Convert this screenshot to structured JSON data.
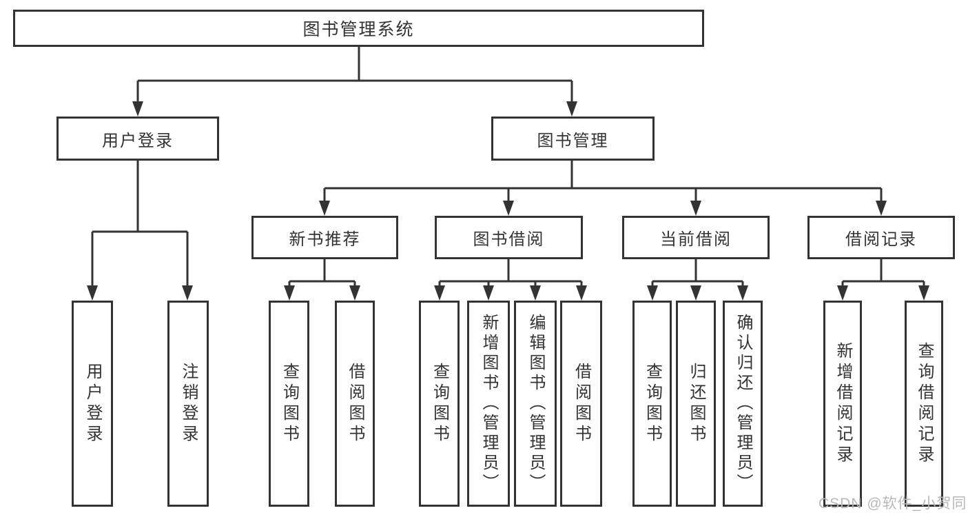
{
  "diagram": {
    "root": {
      "label": "图书管理系统"
    },
    "level2": [
      {
        "label": "用户登录"
      },
      {
        "label": "图书管理"
      }
    ],
    "level3": [
      {
        "label": "新书推荐"
      },
      {
        "label": "图书借阅"
      },
      {
        "label": "当前借阅"
      },
      {
        "label": "借阅记录"
      }
    ],
    "leaves": [
      {
        "label": "用户登录"
      },
      {
        "label": "注销登录"
      },
      {
        "label": "查询图书"
      },
      {
        "label": "借阅图书"
      },
      {
        "label": "查询图书"
      },
      {
        "label": "新增图书（管理员）"
      },
      {
        "label": "编辑图书（管理员）"
      },
      {
        "label": "借阅图书"
      },
      {
        "label": "查询图书"
      },
      {
        "label": "归还图书"
      },
      {
        "label": "确认归还（管理员）"
      },
      {
        "label": "新增借阅记录"
      },
      {
        "label": "查询借阅记录"
      }
    ]
  },
  "watermark": {
    "text": "CSDN @软件_小贺同学"
  },
  "colors": {
    "line": "#333333",
    "box_border": "#333333",
    "text": "#333333",
    "watermark": "#b8b8b8",
    "background": "#ffffff"
  }
}
